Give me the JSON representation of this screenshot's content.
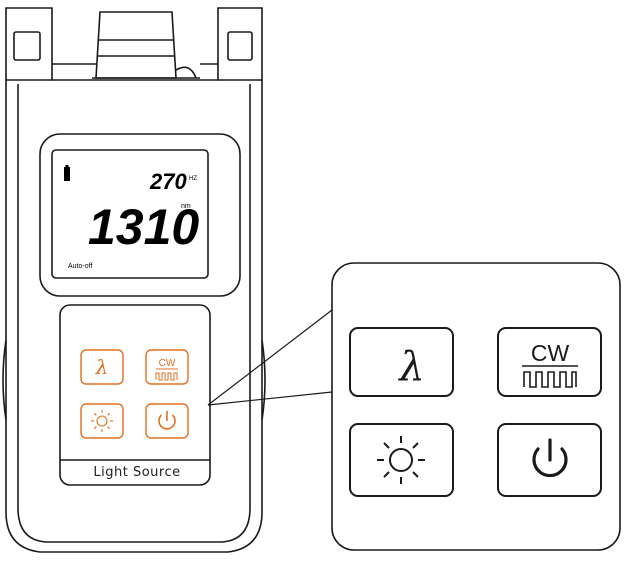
{
  "display": {
    "frequency_value": "270",
    "frequency_unit": "HZ",
    "wavelength_value": "1310",
    "wavelength_unit": "nm",
    "auto_off_label": "Auto-off",
    "battery_icon": "battery-icon"
  },
  "device": {
    "name_label": "Light Source"
  },
  "buttons": {
    "wavelength_symbol": "λ",
    "cw_label": "CW",
    "wavelength_icon": "lambda-icon",
    "mode_icon": "cw-pulse-icon",
    "brightness_icon": "sun-icon",
    "power_icon": "power-icon"
  },
  "colors": {
    "button_accent": "#e07020",
    "outline": "#1a1a1a"
  }
}
